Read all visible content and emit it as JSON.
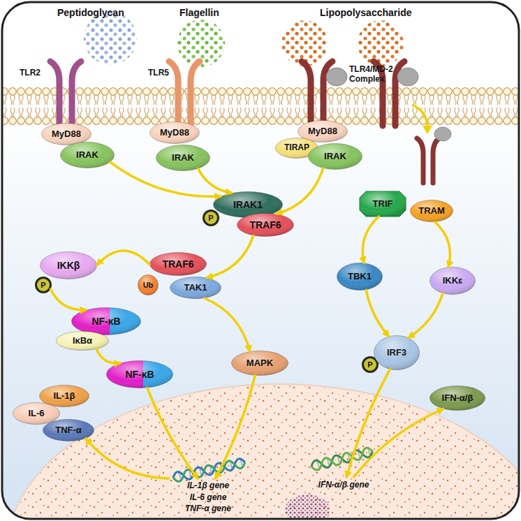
{
  "diagram": {
    "nodes": [
      {
        "text": [
          "MyD88"
        ]
      },
      {
        "text": [
          "IRAK"
        ]
      },
      {
        "text": [
          "MyD88"
        ]
      },
      {
        "text": [
          "IRAK"
        ]
      },
      {
        "text": [
          "MyD88"
        ]
      },
      {
        "text": [
          "TIRAP"
        ]
      },
      {
        "text": [
          "IRAK"
        ]
      },
      {
        "text": [
          "P"
        ]
      },
      {
        "text": [
          "IRAK1"
        ]
      },
      {
        "text": [
          "TRAF6"
        ]
      },
      {
        "text": [
          "TRIF"
        ]
      },
      {
        "text": [
          "TRAM"
        ]
      },
      {
        "text": [
          "IKKβ"
        ]
      },
      {
        "text": [
          "P"
        ]
      },
      {
        "text": [
          "TRAF6"
        ]
      },
      {
        "text": [
          "Ub"
        ]
      },
      {
        "text": [
          "TAK1"
        ]
      },
      {
        "text": [
          "TBK1"
        ]
      },
      {
        "text": [
          "IKKε"
        ]
      },
      {
        "text": [
          "NF-κB"
        ]
      },
      {
        "text": [
          "IκBα"
        ]
      },
      {
        "text": [
          "NF-κB"
        ]
      },
      {
        "text": [
          "MAPK"
        ]
      },
      {
        "text": [
          "P"
        ]
      },
      {
        "text": [
          "IRF3"
        ]
      },
      {
        "text": [
          "IL-1β"
        ]
      },
      {
        "text": [
          "IL-6"
        ]
      },
      {
        "text": [
          "TNF-α"
        ]
      },
      {
        "text": [
          "IFN-α/β"
        ]
      },
      {
        "text": [
          "IL-1β gene",
          "IL-6 gene",
          "TNF-α gene"
        ]
      },
      {
        "text": [
          "IFN-α/β gene"
        ]
      }
    ],
    "edges": [
      {
        "from": 1,
        "to": 8,
        "arrow": "to"
      },
      {
        "from": 3,
        "to": 8,
        "arrow": "to"
      },
      {
        "from": 6,
        "to": 9,
        "arrow": "to"
      },
      {
        "from": 9,
        "to": 16,
        "arrow": "to"
      },
      {
        "from": 14,
        "to": 12,
        "arrow": "to"
      },
      {
        "from": 13,
        "to": 19,
        "arrow": "to"
      },
      {
        "from": 20,
        "to": 21,
        "arrow": "to"
      },
      {
        "from": 21,
        "to": 29,
        "arrow": "to"
      },
      {
        "from": 16,
        "to": 22,
        "arrow": "to"
      },
      {
        "from": 22,
        "to": 29,
        "arrow": "to"
      },
      {
        "from": 29,
        "to": 27,
        "arrow": "to"
      },
      {
        "from": 10,
        "to": 17,
        "arrow": "to"
      },
      {
        "from": 11,
        "to": 18,
        "arrow": "to"
      },
      {
        "from": 17,
        "to": 24,
        "arrow": "to"
      },
      {
        "from": 18,
        "to": 24,
        "arrow": "to"
      },
      {
        "from": 24,
        "to": 30,
        "arrow": "to"
      },
      {
        "from": 30,
        "to": 28,
        "arrow": "to"
      }
    ],
    "labels": [
      "Peptidoglycan",
      "Flagellin",
      "Lipopolysaccharide",
      "TLR2",
      "TLR5",
      "TLR4/MD-2 Complex"
    ]
  }
}
